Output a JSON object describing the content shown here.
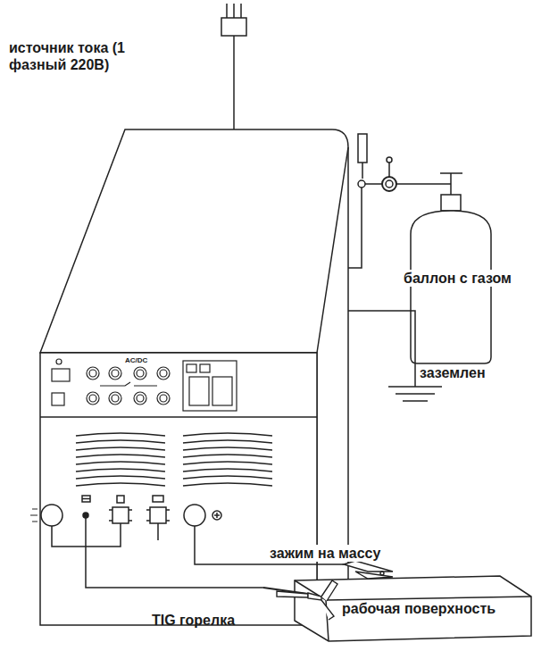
{
  "diagram": {
    "nodes": [
      {
        "text": [
          "баллон с газом"
        ]
      },
      {
        "text": [
          "рабочая поверхность"
        ]
      }
    ],
    "labels": [
      "источник тока (1 фазный 220В)",
      "заземлен",
      "зажим на массу",
      "TIG горелка",
      "AC/DC"
    ]
  }
}
